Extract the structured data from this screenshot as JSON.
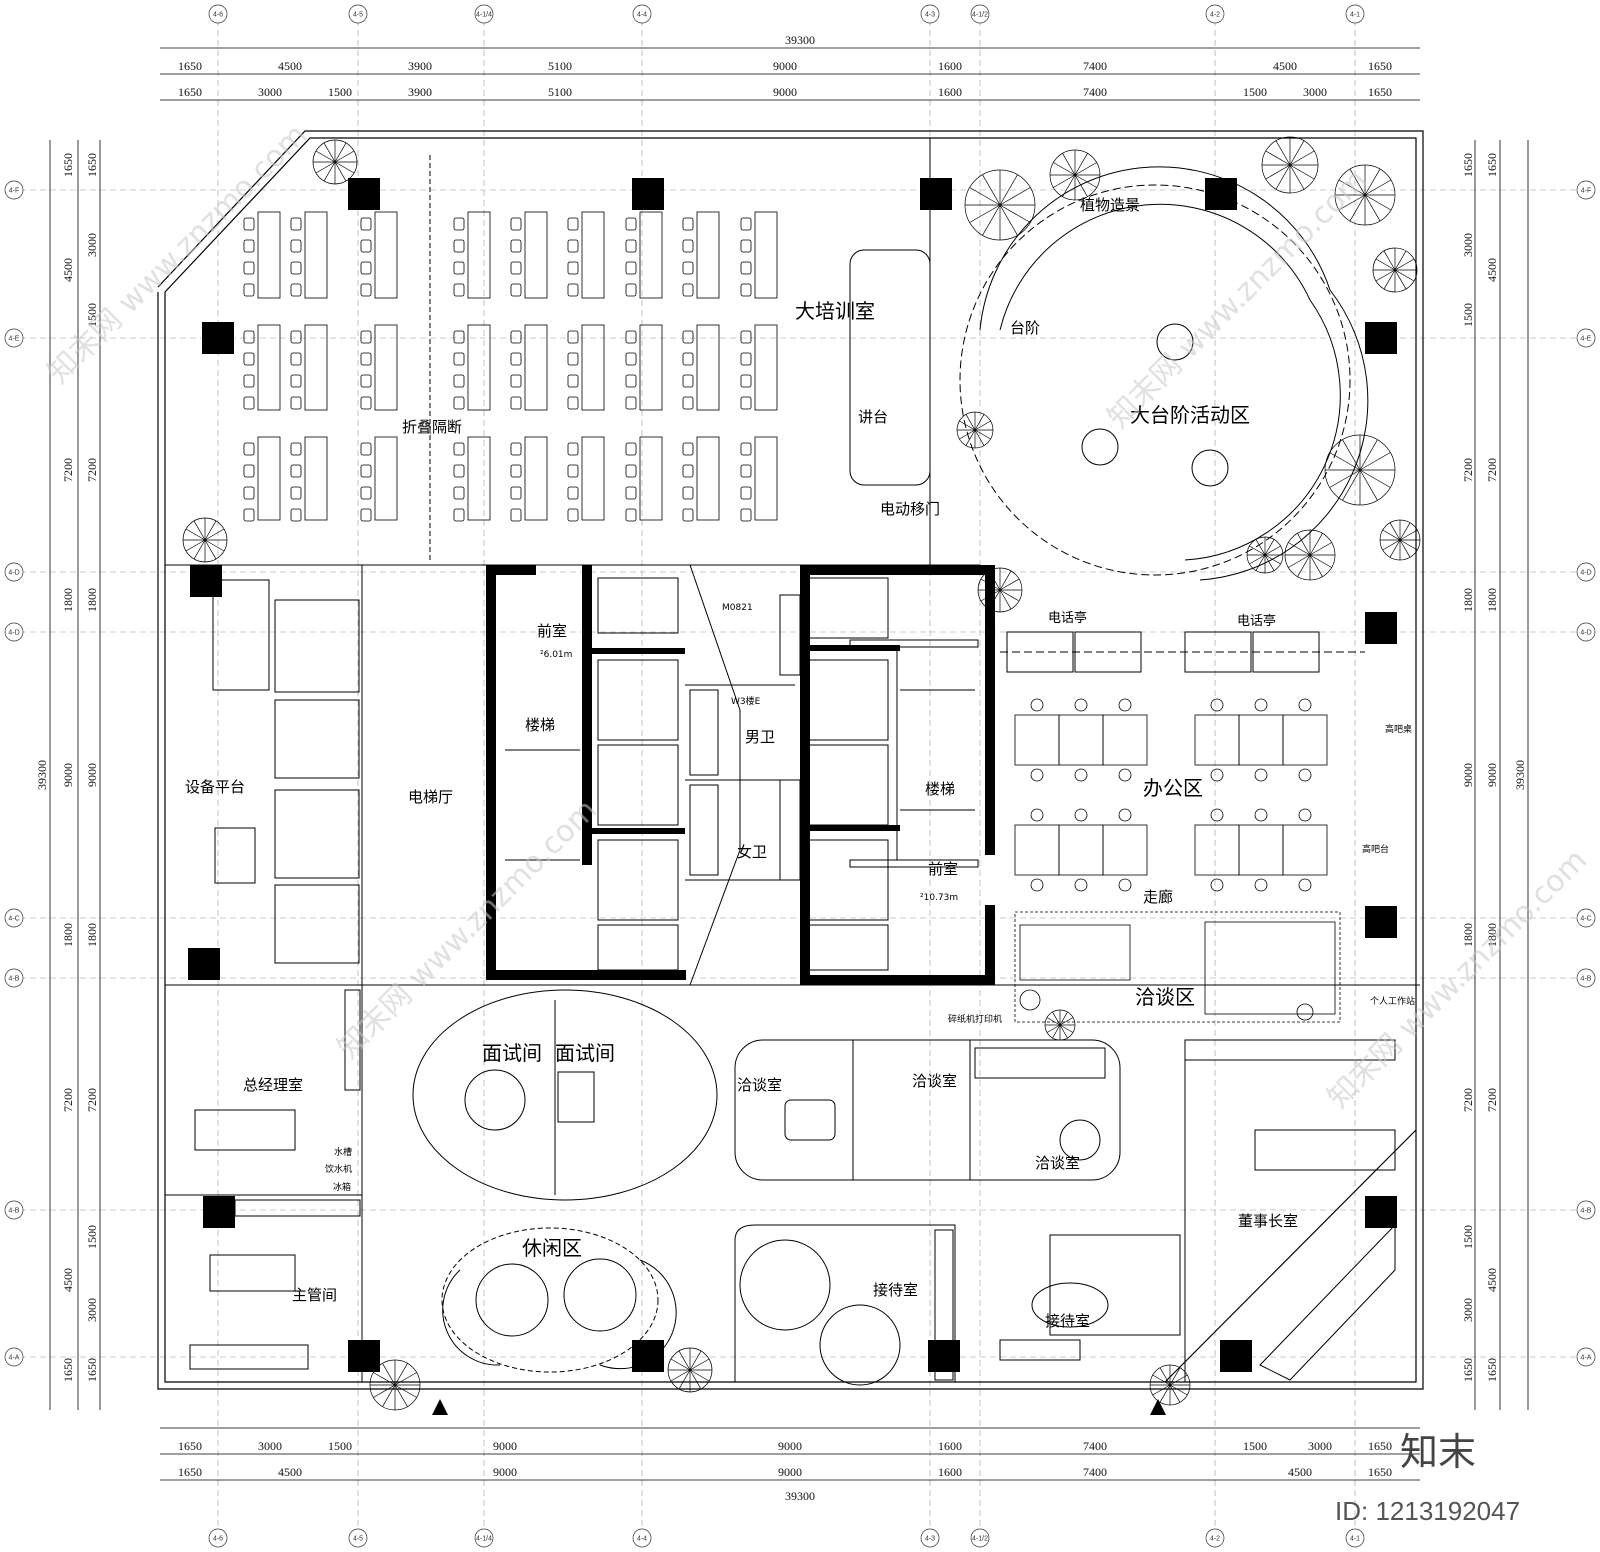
{
  "dimensions": {
    "total": "39300",
    "top_row1": [
      "1650",
      "4500",
      "3900",
      "5100",
      "9000",
      "1600",
      "7400",
      "4500",
      "1650"
    ],
    "top_row2": [
      "1650",
      "3000",
      "1500",
      "3900",
      "5100",
      "9000",
      "1600",
      "7400",
      "1500",
      "3000",
      "1650"
    ],
    "bottom_row1": [
      "1650",
      "3000",
      "1500",
      "9000",
      "9000",
      "1600",
      "7400",
      "1500",
      "3000",
      "1650"
    ],
    "bottom_row2": [
      "1650",
      "4500",
      "9000",
      "9000",
      "1600",
      "7400",
      "4500",
      "1650"
    ],
    "side_outer": [
      "1650",
      "4500",
      "7200",
      "1800",
      "9000",
      "1800",
      "7200",
      "4500",
      "1650"
    ],
    "side_inner": [
      "1650",
      "3000",
      "1500",
      "7200",
      "1800",
      "9000",
      "1800",
      "7200",
      "1500",
      "3000",
      "1650"
    ]
  },
  "axes": {
    "columns": [
      "4-6",
      "4-5",
      "4-1/4",
      "4-4",
      "4-3",
      "4-1/2",
      "4-2",
      "4-1"
    ],
    "rows": [
      "4-F",
      "4-E",
      "4-D",
      "4-D",
      "4-C",
      "4-B",
      "4-B",
      "4-A"
    ]
  },
  "rooms": {
    "training": "大培训室",
    "podium": "讲台",
    "folding_partition": "折叠隔断",
    "sliding_door": "电动移门",
    "plants": "植物造景",
    "steps": "台阶",
    "step_area": "大台阶活动区",
    "phone_booth": "电话亭",
    "office": "办公区",
    "high_bar_table": "高吧桌",
    "high_bar_counter": "高吧台",
    "corridor": "走廊",
    "negotiation": "洽谈区",
    "personal_station": "个人工作站",
    "equipment": "设备平台",
    "elevator_hall": "电梯厅",
    "front_room": "前室",
    "front_room_area_1": "²6.01m",
    "front_room_area_2": "²10.73m",
    "stair": "楼梯",
    "mens_wc": "男卫",
    "womens_wc": "女卫",
    "wc_code": "W3楼E",
    "door_code": "M0821",
    "shredder": "碎纸机",
    "printer": "打印机",
    "gm_office": "总经理室",
    "water_bar": "水槽",
    "water_dispenser": "饮水机",
    "fridge": "冰箱",
    "interview": "面试间",
    "meeting": "洽谈室",
    "chairman": "董事长室",
    "lounge": "休闲区",
    "supervisor": "主管间",
    "reception": "接待室"
  },
  "watermark": {
    "site": "知末网 www.znzmo.com",
    "logo": "知末",
    "id": "ID: 1213192047"
  },
  "colors": {
    "line": "#000000",
    "column": "#000000",
    "grid": "#999999",
    "watermark": "#c8c8c8"
  }
}
